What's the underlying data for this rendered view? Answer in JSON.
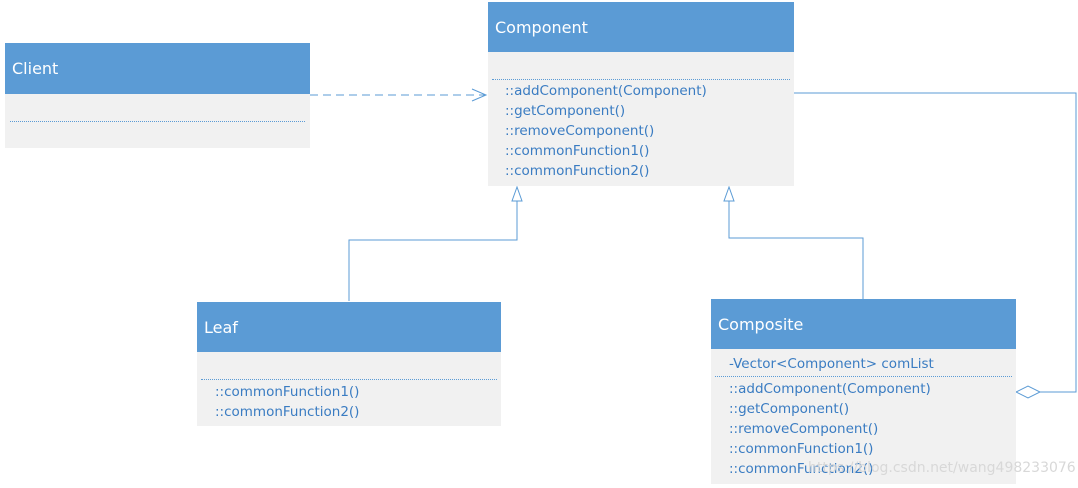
{
  "diagram": {
    "client": {
      "name": "Client",
      "attributes": [],
      "methods": []
    },
    "component": {
      "name": "Component",
      "attributes": [],
      "methods": [
        "::addComponent(Component)",
        "::getComponent()",
        "::removeComponent()",
        "::commonFunction1()",
        "::commonFunction2()"
      ]
    },
    "leaf": {
      "name": "Leaf",
      "attributes": [],
      "methods": [
        "::commonFunction1()",
        "::commonFunction2()"
      ]
    },
    "composite": {
      "name": "Composite",
      "attributes": [
        "-Vector<Component> comList"
      ],
      "methods": [
        "::addComponent(Component)",
        "::getComponent()",
        "::removeComponent()",
        "::commonFunction1()",
        "::commonFunction2()"
      ]
    },
    "relations": [
      {
        "from": "Client",
        "to": "Component",
        "kind": "dependency"
      },
      {
        "from": "Leaf",
        "to": "Component",
        "kind": "generalization"
      },
      {
        "from": "Composite",
        "to": "Component",
        "kind": "generalization"
      },
      {
        "from": "Composite",
        "to": "Component",
        "kind": "aggregation"
      }
    ],
    "colors": {
      "header": "#5b9bd5",
      "body": "#f1f1f1",
      "text": "#3a7cc2",
      "line": "#5b9bd5"
    },
    "watermark": "https://blog.csdn.net/wang498233076"
  }
}
